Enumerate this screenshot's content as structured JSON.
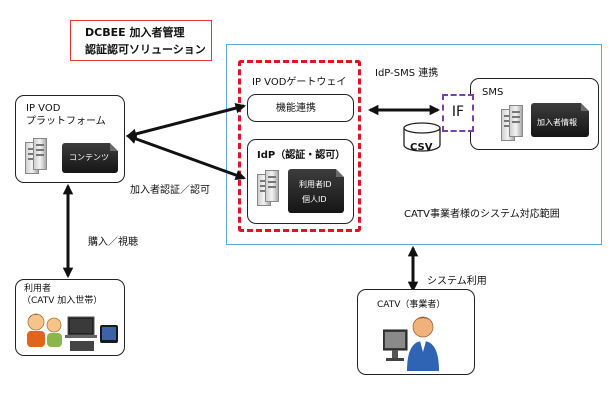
{
  "callout": {
    "line1": "DCBEE 加入者管理",
    "line2": "認証認可ソリューション"
  },
  "platform": {
    "title": "IP VOD",
    "subtitle": "プラットフォーム",
    "content_label": "コンテンツ"
  },
  "gateway": {
    "title": "IP VODゲートウェイ",
    "function_label": "機能連携"
  },
  "idp": {
    "title": "IdP（認証・認可）",
    "data_line1": "利用者ID",
    "data_line2": "個人ID"
  },
  "link_label": "IdP-SMS 連携",
  "sms": {
    "title": "SMS",
    "data_label": "加入者情報"
  },
  "if_label": "IF",
  "csv_label": "CSV",
  "scope_label": "CATV事業者様のシステム対応範囲",
  "auth_label": "加入者認証／認可",
  "purchase_label": "購入／視聴",
  "system_use_label": "システム利用",
  "user": {
    "line1": "利用者",
    "line2": "（CATV 加入世帯）"
  },
  "operator": {
    "title": "CATV（事業者）"
  },
  "colors": {
    "gateway_border": "#e0141e",
    "callout_border": "#e53935",
    "scope_border": "#5aa9d9",
    "if_border": "#7b3fa5"
  }
}
